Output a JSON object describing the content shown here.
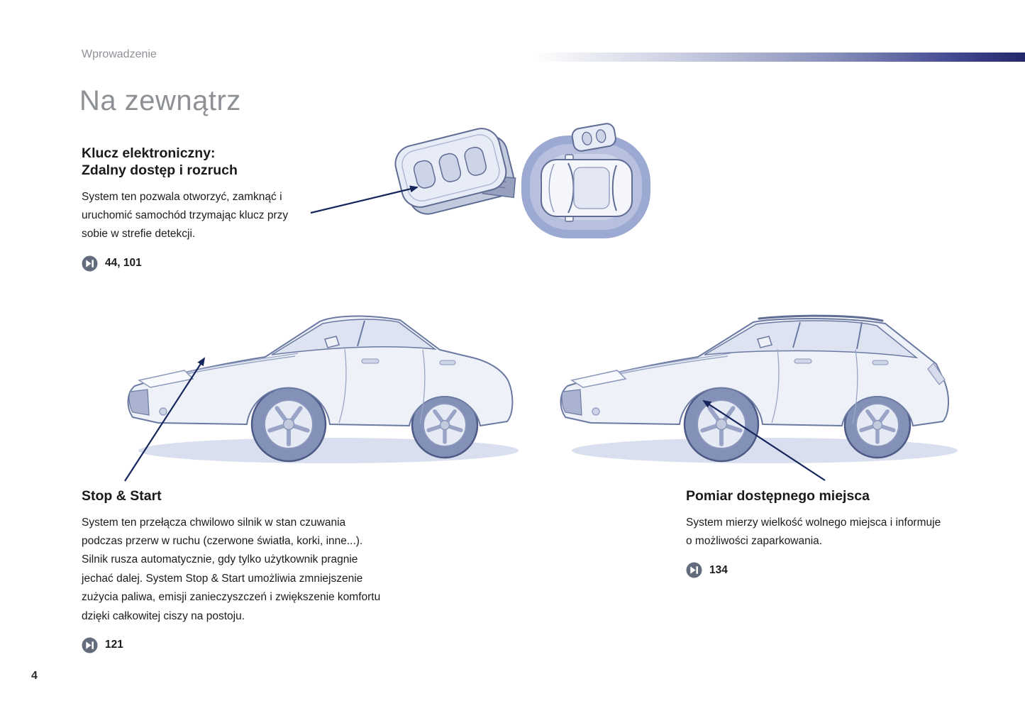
{
  "header": {
    "label": "Wprowadzenie"
  },
  "title": "Na zewnątrz",
  "sections": {
    "key": {
      "heading_line1": "Klucz elektroniczny:",
      "heading_line2": "Zdalny dostęp i rozruch",
      "body": "System ten pozwala otworzyć, zamknąć i uruchomić samochód trzymając klucz przy sobie w strefie detekcji.",
      "ref": "44, 101"
    },
    "stop_start": {
      "heading": "Stop & Start",
      "body": "System ten przełącza chwilowo silnik w stan czuwania podczas przerw w ruchu (czerwone światła, korki, inne...). Silnik rusza automatycznie, gdy tylko użytkownik pragnie jechać dalej. System Stop & Start umożliwia zmniejszenie zużycia paliwa, emisji zanieczyszczeń i zwiększenie komfortu dzięki całkowitej ciszy na postoju.",
      "ref": "121"
    },
    "parking": {
      "heading": "Pomiar dostępnego miejsca",
      "body": "System mierzy wielkość wolnego miejsca i informuje o możliwości zaparkowania.",
      "ref": "134"
    }
  },
  "page_number": "4",
  "icons": {
    "page_ref": "jump-to-page-arrow-icon"
  },
  "colors": {
    "accent_navy": "#16265c",
    "gradient_end": "#23276b",
    "title_gray": "#8d9094",
    "car_body": "#eef1f8",
    "car_outline": "#6b7aa2",
    "detection_zone": "#9ca9d2"
  }
}
